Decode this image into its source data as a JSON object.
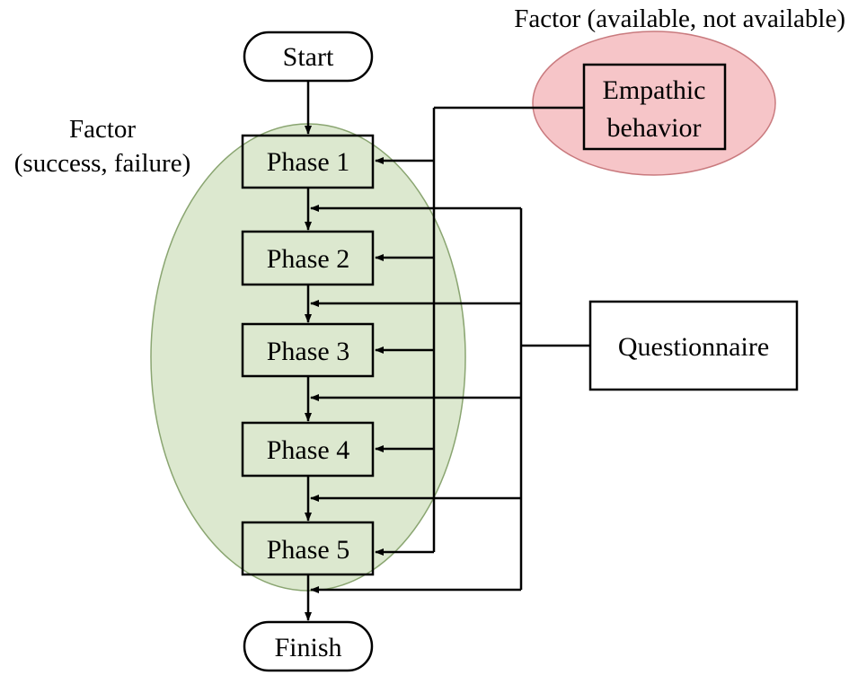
{
  "diagram": {
    "start_label": "Start",
    "finish_label": "Finish",
    "phases": [
      "Phase 1",
      "Phase 2",
      "Phase 3",
      "Phase 4",
      "Phase 5"
    ],
    "success_factor": {
      "line1": "Factor",
      "line2": "(success, failure)"
    },
    "empathy_factor": {
      "title": "Factor (available, not available)",
      "box_line1": "Empathic",
      "box_line2": "behavior"
    },
    "questionnaire_label": "Questionnaire",
    "colors": {
      "success_ellipse_fill": "#dce8cf",
      "success_ellipse_stroke": "#8aa571",
      "empathy_ellipse_fill": "#f6c5c8",
      "empathy_ellipse_stroke": "#c97a7e",
      "lines": "#000000"
    }
  }
}
